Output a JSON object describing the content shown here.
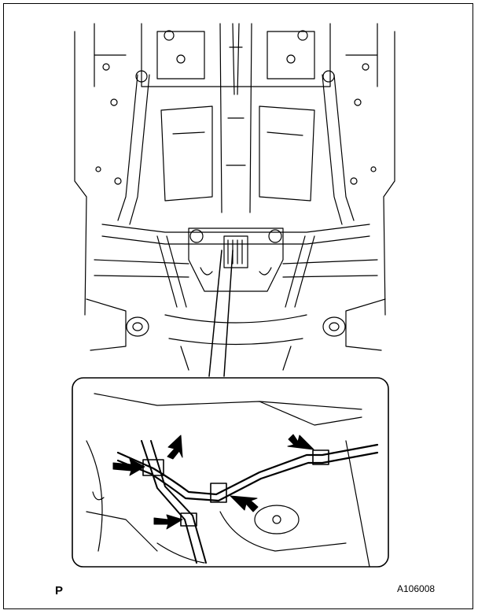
{
  "diagram": {
    "marker_letter": "P",
    "figure_code": "A106008"
  },
  "colors": {
    "ink": "#000000",
    "paper": "#ffffff"
  },
  "callout": {
    "arrow_count": 5
  }
}
